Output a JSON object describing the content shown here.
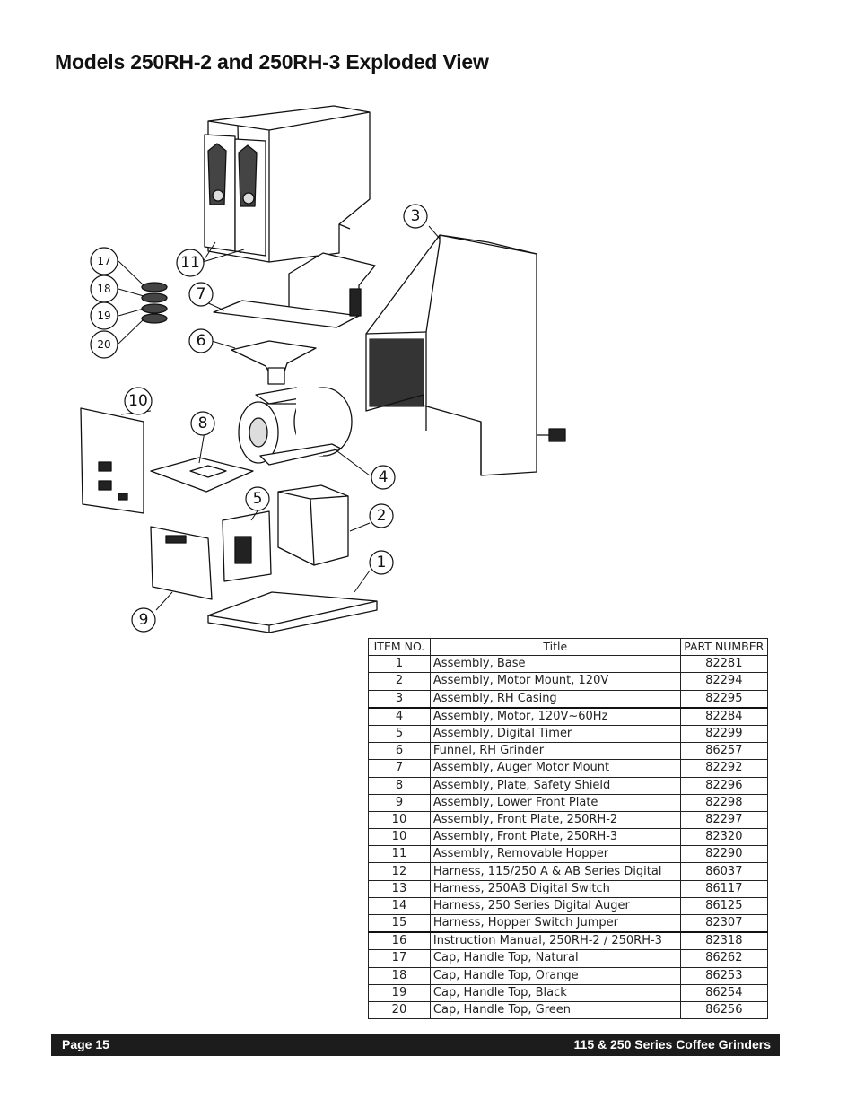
{
  "page": {
    "title": "Models 250RH-2 and 250RH-3 Exploded View"
  },
  "diagram": {
    "callouts": [
      "1",
      "2",
      "3",
      "4",
      "5",
      "6",
      "7",
      "8",
      "9",
      "10",
      "11",
      "17",
      "18",
      "19",
      "20"
    ]
  },
  "table": {
    "headers": [
      "ITEM NO.",
      "Title",
      "PART NUMBER"
    ],
    "rows": [
      {
        "item": "1",
        "title": "Assembly, Base",
        "part": "82281"
      },
      {
        "item": "2",
        "title": "Assembly, Motor Mount, 120V",
        "part": "82294"
      },
      {
        "item": "3",
        "title": "Assembly, RH Casing",
        "part": "82295"
      },
      {
        "item": "4",
        "title": "Assembly, Motor, 120V~60Hz",
        "part": "82284"
      },
      {
        "item": "5",
        "title": "Assembly, Digital Timer",
        "part": "82299"
      },
      {
        "item": "6",
        "title": "Funnel, RH Grinder",
        "part": "86257"
      },
      {
        "item": "7",
        "title": "Assembly, Auger Motor Mount",
        "part": "82292"
      },
      {
        "item": "8",
        "title": "Assembly, Plate, Safety Shield",
        "part": "82296"
      },
      {
        "item": "9",
        "title": "Assembly, Lower Front Plate",
        "part": "82298"
      },
      {
        "item": "10",
        "title": "Assembly, Front Plate, 250RH-2",
        "part": "82297"
      },
      {
        "item": "10",
        "title": "Assembly, Front Plate, 250RH-3",
        "part": "82320"
      },
      {
        "item": "11",
        "title": "Assembly, Removable Hopper",
        "part": "82290"
      },
      {
        "item": "12",
        "title": "Harness, 115/250 A & AB Series Digital",
        "part": "86037"
      },
      {
        "item": "13",
        "title": "Harness, 250AB Digital Switch",
        "part": "86117"
      },
      {
        "item": "14",
        "title": "Harness, 250 Series Digital Auger",
        "part": "86125"
      },
      {
        "item": "15",
        "title": "Harness, Hopper Switch Jumper",
        "part": "82307"
      },
      {
        "item": "16",
        "title": "Instruction Manual, 250RH-2 / 250RH-3",
        "part": "82318"
      },
      {
        "item": "17",
        "title": "Cap, Handle Top, Natural",
        "part": "86262"
      },
      {
        "item": "18",
        "title": "Cap, Handle Top, Orange",
        "part": "86253"
      },
      {
        "item": "19",
        "title": "Cap, Handle Top, Black",
        "part": "86254"
      },
      {
        "item": "20",
        "title": "Cap, Handle Top, Green",
        "part": "86256"
      }
    ]
  },
  "footer": {
    "page_label": "Page 15",
    "doc_title": "115 & 250 Series Coffee Grinders"
  }
}
